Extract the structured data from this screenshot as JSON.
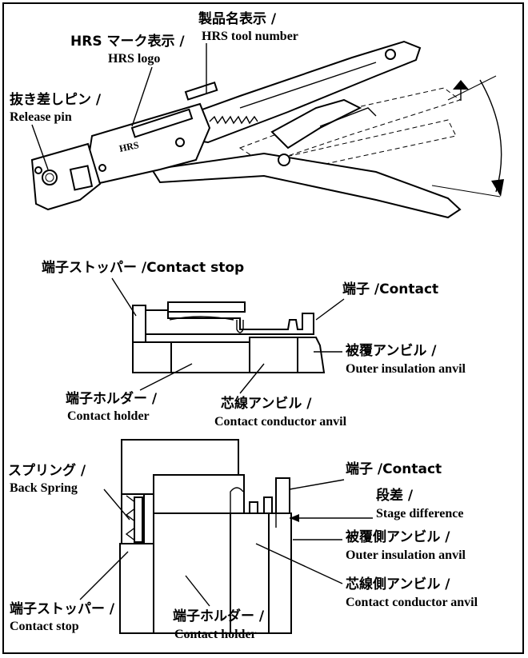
{
  "top": {
    "tool_number_jp": "製品名表示 /",
    "tool_number_en": "HRS tool number",
    "logo_jp": "HRS マーク表示 /",
    "logo_en": "HRS logo",
    "release_pin_jp": "抜き差しピン /",
    "release_pin_en": "Release pin",
    "engraved_logo": "HRS"
  },
  "middle": {
    "contact_stop": "端子ストッパー /Contact stop",
    "contact": "端子 /Contact",
    "outer_anvil_jp": "被覆アンビル /",
    "outer_anvil_en": "Outer insulation anvil",
    "holder_jp": "端子ホルダー /",
    "holder_en": "Contact holder",
    "conductor_anvil_jp": "芯線アンビル /",
    "conductor_anvil_en": "Contact conductor anvil"
  },
  "bottom": {
    "spring_jp": "スプリング /",
    "spring_en": "Back Spring",
    "contact": "端子 /Contact",
    "stage_jp": "段差 /",
    "stage_en": "Stage difference",
    "outer_anvil_jp": "被覆側アンビル /",
    "outer_anvil_en": "Outer insulation anvil",
    "stop_jp": "端子ストッパー /",
    "stop_en": "Contact stop",
    "holder_jp": "端子ホルダー /",
    "holder_en": "Contact holder",
    "conductor_anvil_jp": "芯線側アンビル /",
    "conductor_anvil_en": "Contact conductor anvil"
  }
}
